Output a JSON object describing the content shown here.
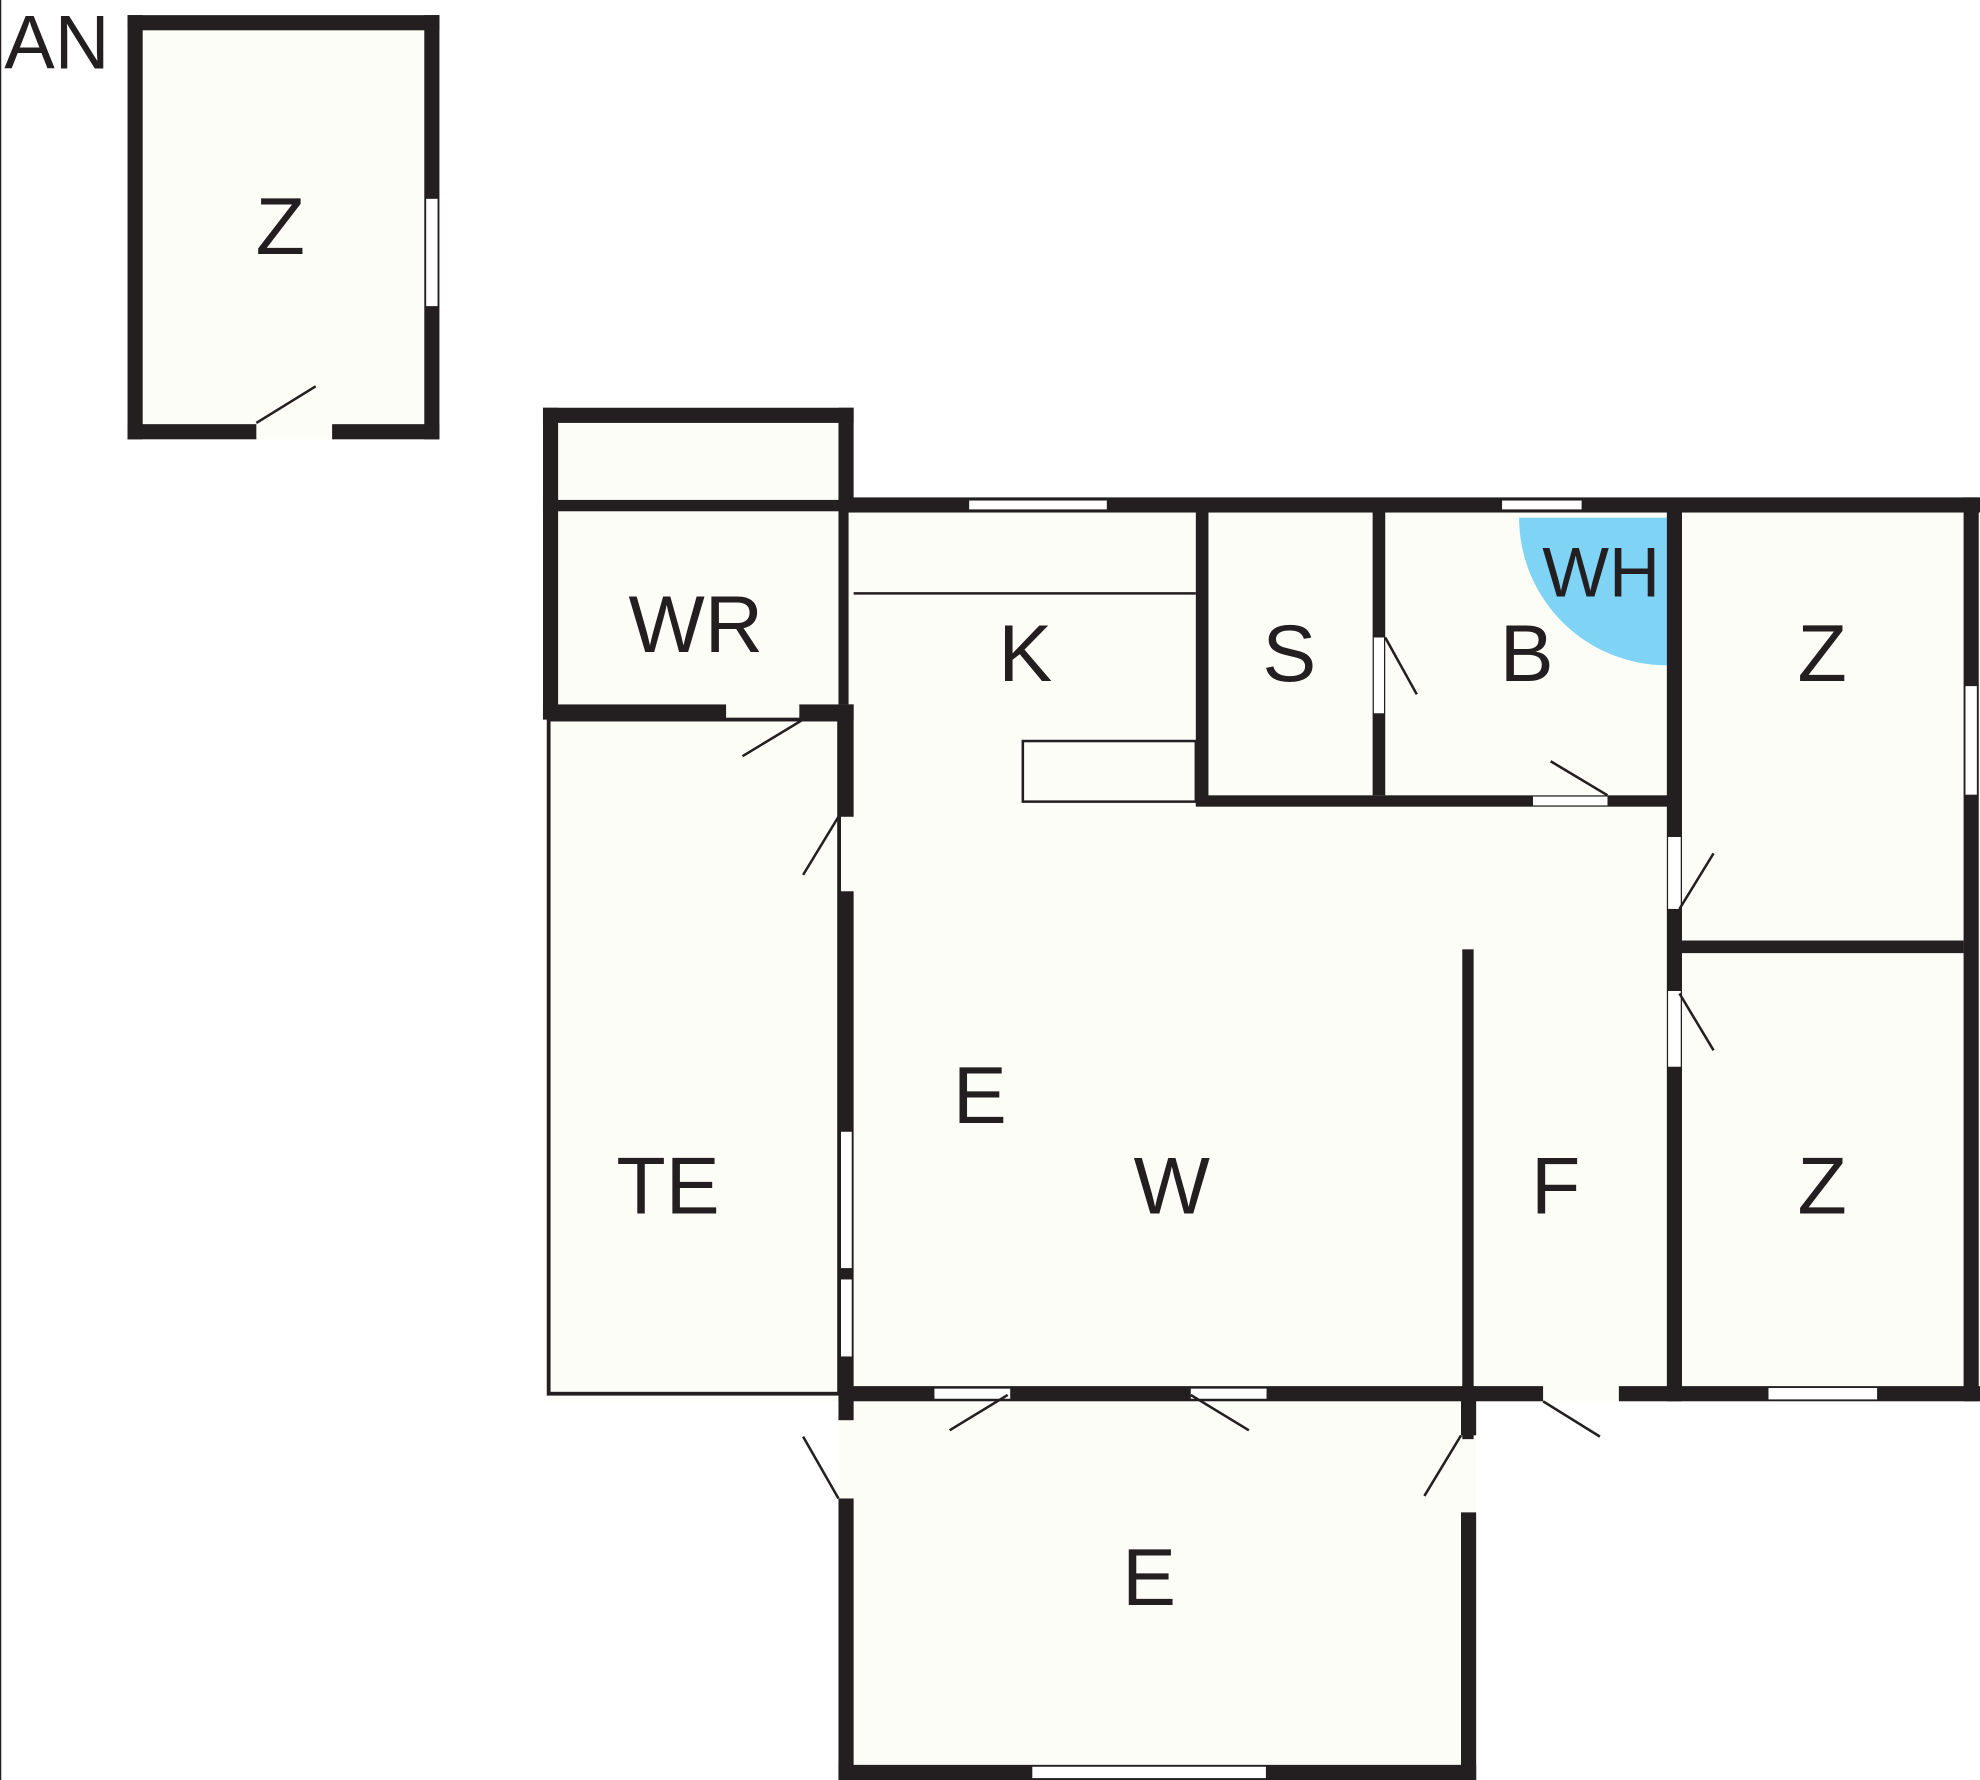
{
  "plan": {
    "annex_label": "AN",
    "rooms": [
      {
        "id": "annex-room",
        "label": "Z"
      },
      {
        "id": "wr",
        "label": "WR"
      },
      {
        "id": "k",
        "label": "K"
      },
      {
        "id": "s",
        "label": "S"
      },
      {
        "id": "b",
        "label": "B"
      },
      {
        "id": "wh",
        "label": "WH"
      },
      {
        "id": "z1",
        "label": "Z"
      },
      {
        "id": "e-living",
        "label": "E"
      },
      {
        "id": "w",
        "label": "W"
      },
      {
        "id": "te",
        "label": "TE"
      },
      {
        "id": "f",
        "label": "F"
      },
      {
        "id": "z2",
        "label": "Z"
      },
      {
        "id": "e-lower",
        "label": "E"
      }
    ],
    "colors": {
      "wall": "#231f20",
      "floor": "#fdfdf8",
      "shower": "#7fd3f5"
    }
  }
}
